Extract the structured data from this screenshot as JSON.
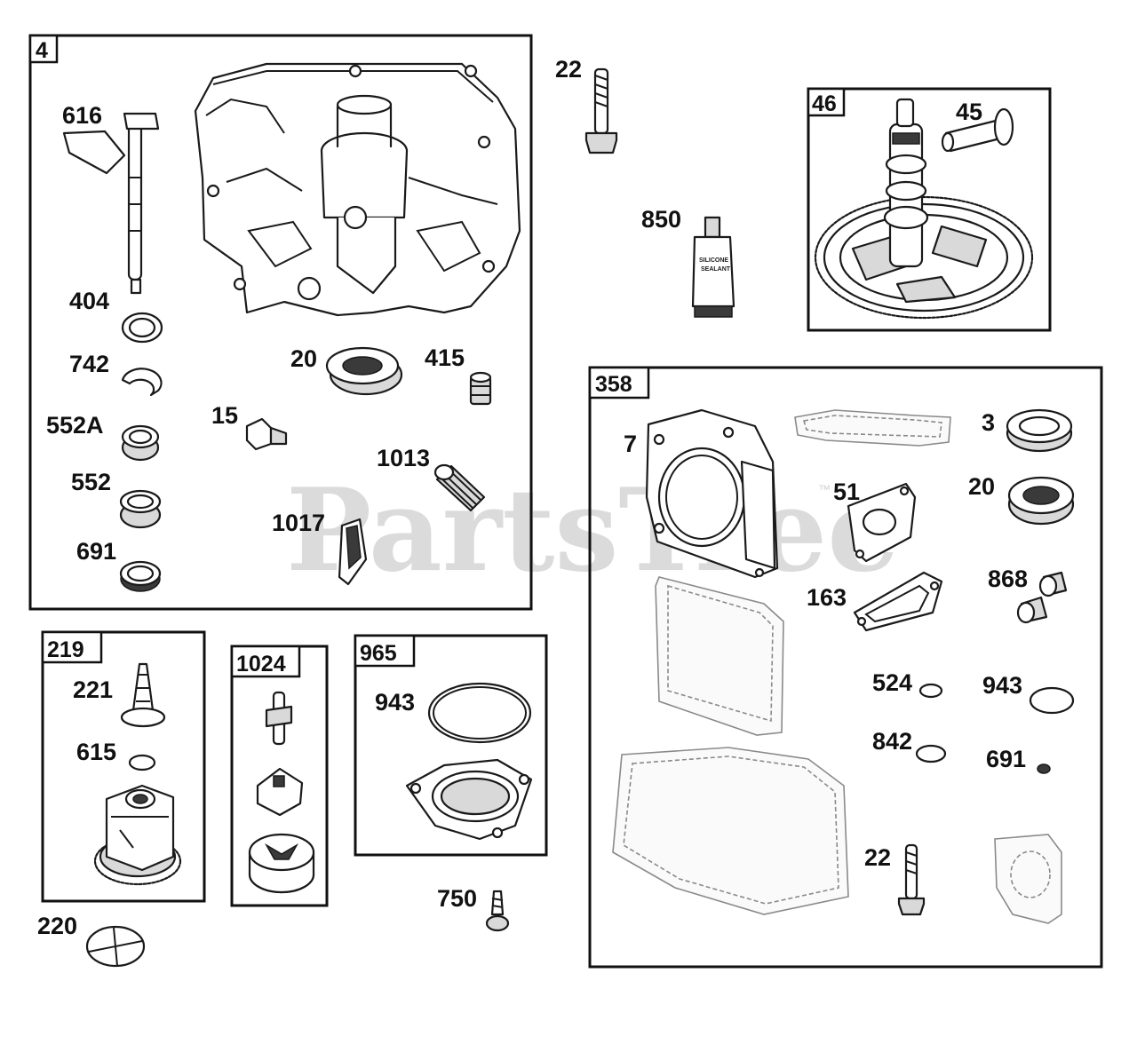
{
  "watermark": "PartsTree",
  "trademark": "™",
  "tube_text": [
    "SILICONE",
    "SEALANT"
  ],
  "groups": [
    {
      "id": "4",
      "parts": [
        "616",
        "404",
        "742",
        "552A",
        "552",
        "691",
        "20",
        "415",
        "15",
        "1013",
        "1017"
      ]
    },
    {
      "id": "46",
      "parts": [
        "45"
      ]
    },
    {
      "id": "358",
      "parts": [
        "7",
        "3",
        "51",
        "20",
        "163",
        "868",
        "524",
        "943",
        "842",
        "691",
        "22"
      ]
    },
    {
      "id": "219",
      "parts": [
        "221",
        "615"
      ]
    },
    {
      "id": "1024",
      "parts": []
    },
    {
      "id": "965",
      "parts": [
        "943"
      ]
    }
  ],
  "loose_parts": [
    "22",
    "850",
    "220",
    "750"
  ]
}
